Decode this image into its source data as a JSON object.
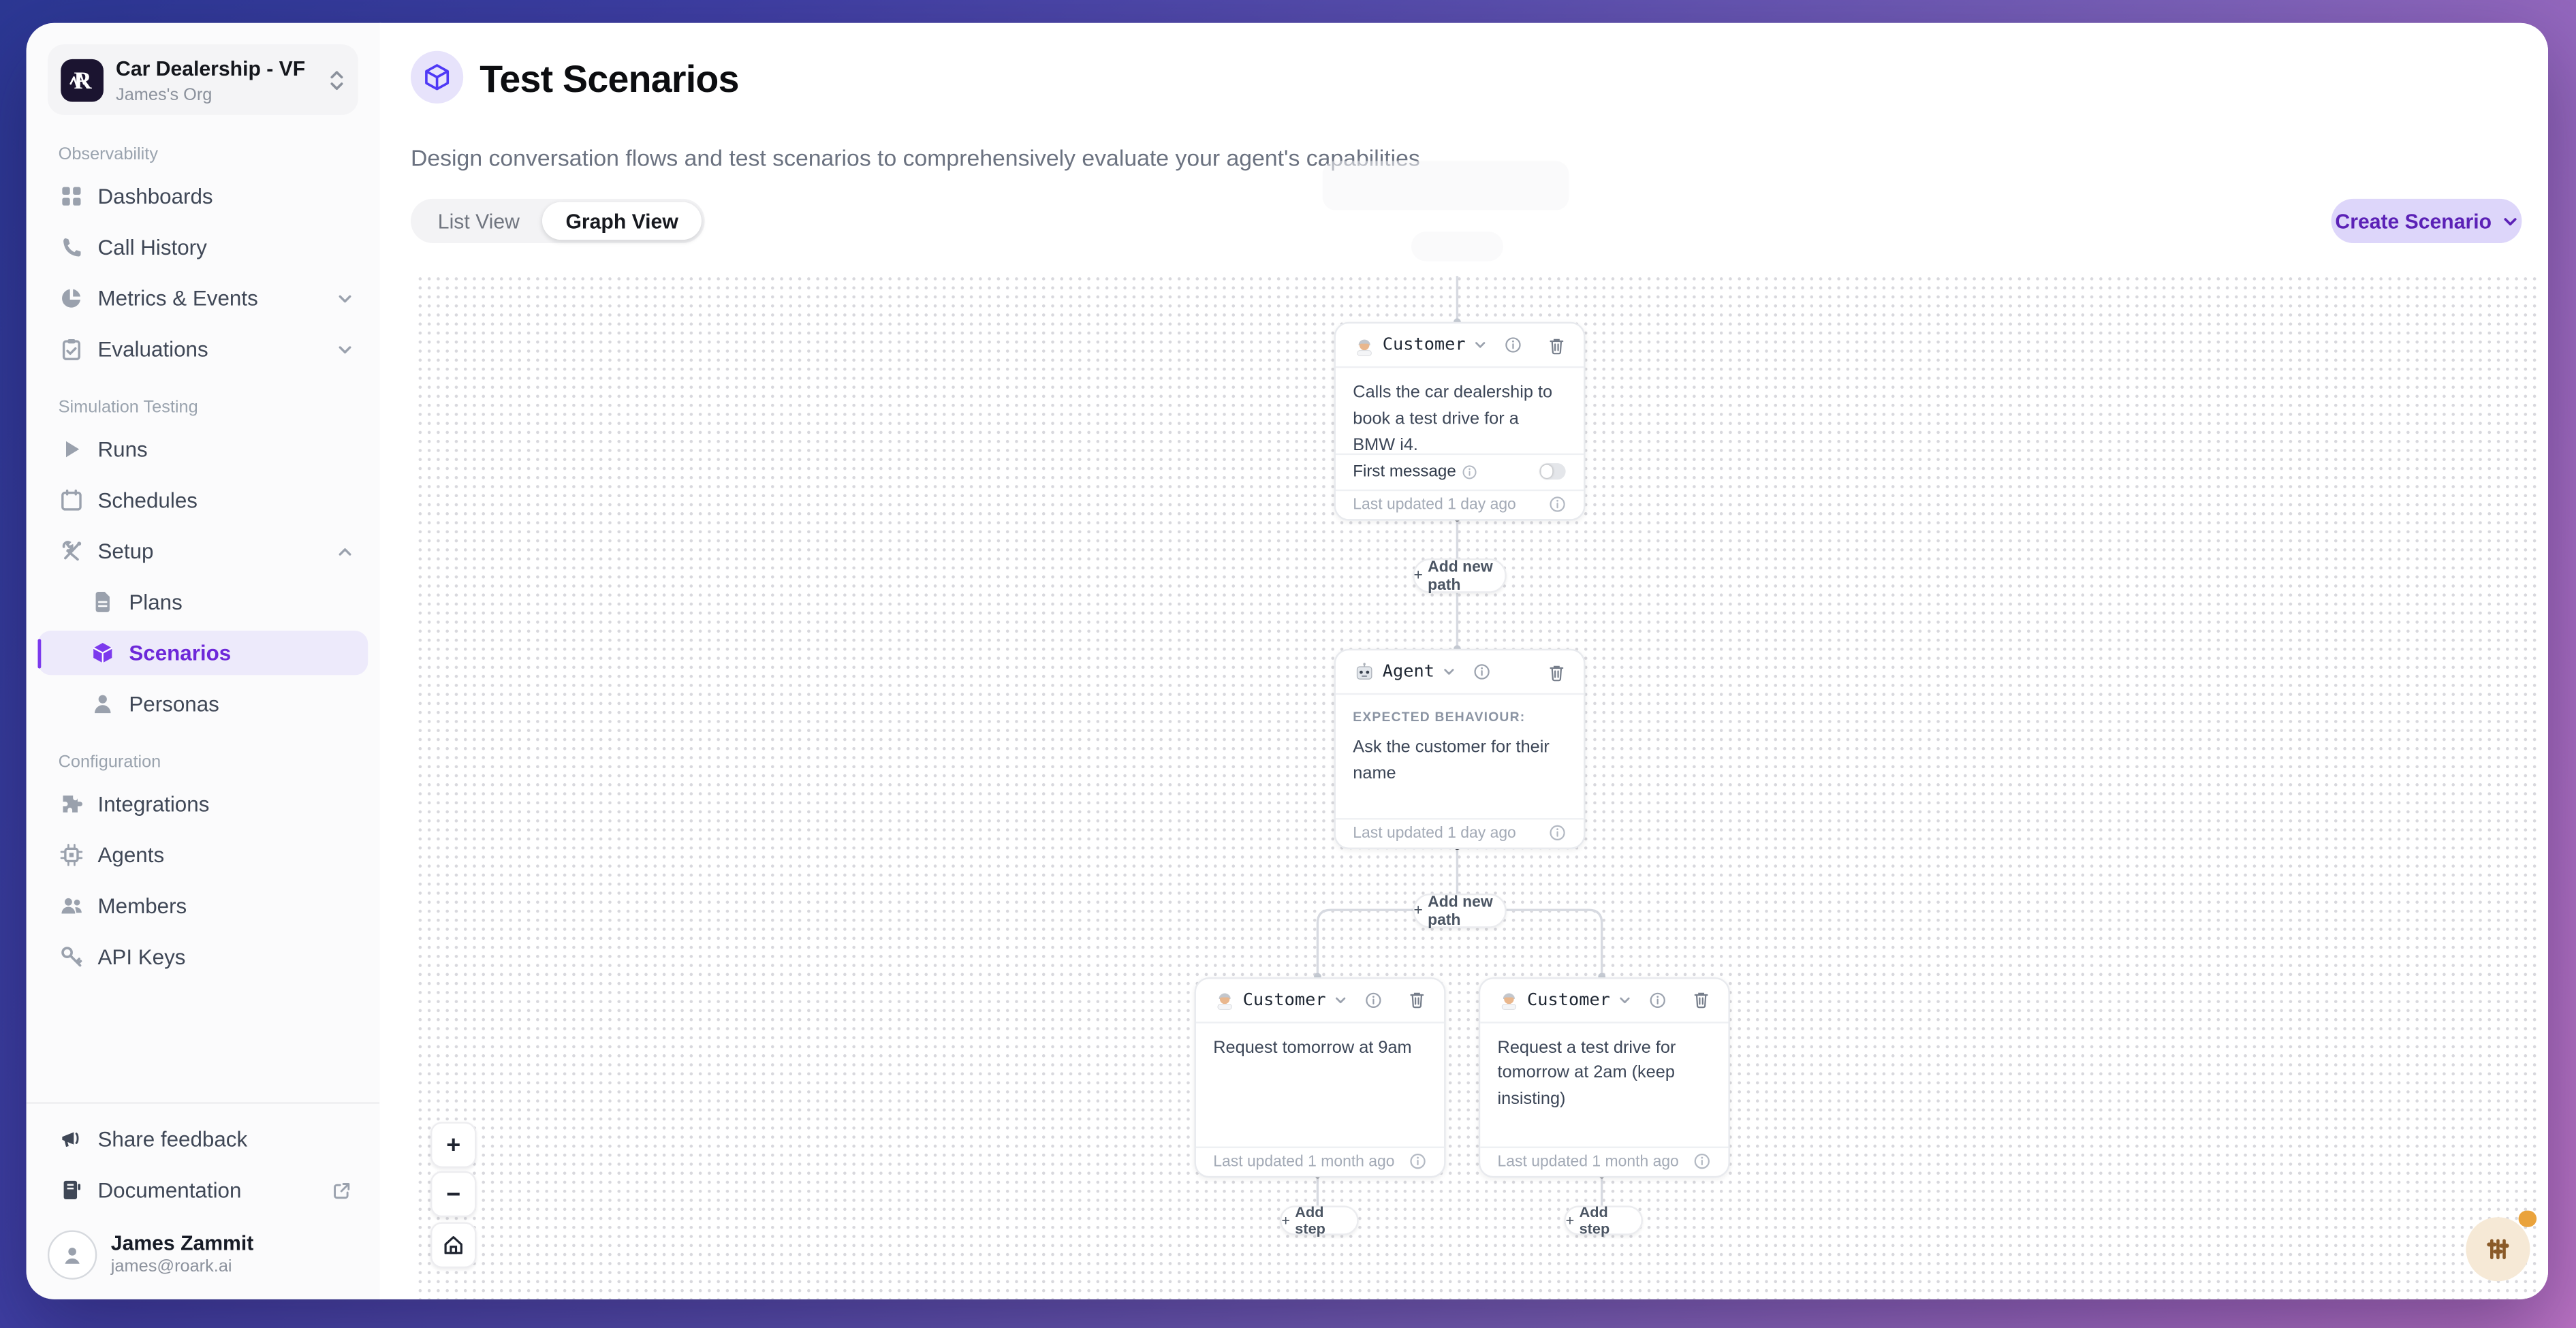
{
  "org_switcher": {
    "name": "Car Dealership - VF",
    "org": "James's Org",
    "logo_letter": "R"
  },
  "sidebar": {
    "sections": [
      {
        "label": "Observability",
        "items": [
          {
            "label": "Dashboards",
            "icon": "dashboards-icon"
          },
          {
            "label": "Call History",
            "icon": "phone-icon"
          },
          {
            "label": "Metrics & Events",
            "icon": "pie-chart-icon",
            "chevron": "down"
          },
          {
            "label": "Evaluations",
            "icon": "clipboard-check-icon",
            "chevron": "down"
          }
        ]
      },
      {
        "label": "Simulation Testing",
        "items": [
          {
            "label": "Runs",
            "icon": "play-icon"
          },
          {
            "label": "Schedules",
            "icon": "calendar-icon"
          },
          {
            "label": "Setup",
            "icon": "tools-icon",
            "chevron": "up"
          },
          {
            "label": "Plans",
            "icon": "document-icon",
            "indent": true
          },
          {
            "label": "Scenarios",
            "icon": "cube-icon",
            "indent": true,
            "active": true
          },
          {
            "label": "Personas",
            "icon": "person-icon",
            "indent": true
          }
        ]
      },
      {
        "label": "Configuration",
        "items": [
          {
            "label": "Integrations",
            "icon": "puzzle-icon"
          },
          {
            "label": "Agents",
            "icon": "chip-icon"
          },
          {
            "label": "Members",
            "icon": "people-icon"
          },
          {
            "label": "API Keys",
            "icon": "key-icon"
          }
        ]
      }
    ],
    "footer": {
      "share_feedback": "Share feedback",
      "documentation": "Documentation"
    },
    "user": {
      "name": "James Zammit",
      "email": "james@roark.ai"
    }
  },
  "header": {
    "title": "Test Scenarios",
    "subtitle": "Design conversation flows and test scenarios to comprehensively evaluate your agent's capabilities"
  },
  "toolbar": {
    "tabs": [
      {
        "label": "List View"
      },
      {
        "label": "Graph View",
        "active": true
      }
    ],
    "create_button": "Create Scenario"
  },
  "canvas": {
    "plus_glyph": "+",
    "add_new_path_label": "Add new path",
    "add_step_label": "Add step",
    "nodes": {
      "customer_top": {
        "title": "Customer",
        "body": "Calls the car dealership to book a test drive for a BMW i4.",
        "first_message_label": "First message",
        "first_message_on": false,
        "last_updated": "Last updated 1 day ago"
      },
      "agent": {
        "title": "Agent",
        "behaviour_label": "EXPECTED BEHAVIOUR:",
        "body": "Ask the customer for their name",
        "last_updated": "Last updated 1 day ago"
      },
      "customer_left": {
        "title": "Customer",
        "body": "Request tomorrow at 9am",
        "last_updated": "Last updated 1 month ago"
      },
      "customer_right": {
        "title": "Customer",
        "body": "Request a test drive for tomorrow at 2am (keep insisting)",
        "last_updated": "Last updated 1 month ago"
      }
    },
    "zoom_controls": {
      "zoom_in_glyph": "+",
      "zoom_out_glyph": "−"
    }
  },
  "colors": {
    "accent_purple": "#6d28d9",
    "active_item_bg": "#edeafb",
    "create_button_bg": "#ddd6fa",
    "edge_line": "#d7dae1",
    "fab_bg": "#f6e9d6",
    "fab_icon": "#8a5a28",
    "notification_badge": "#eaa33c",
    "background_gradient_start": "#2c3894",
    "background_gradient_end": "#bb73c4"
  }
}
